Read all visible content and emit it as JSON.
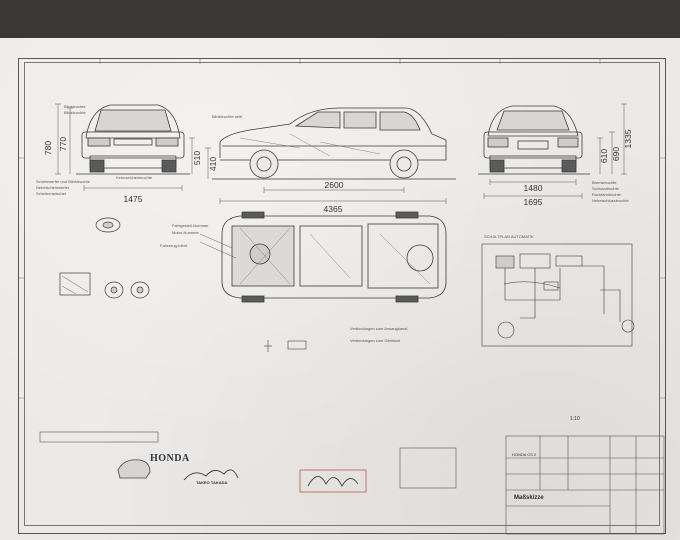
{
  "dimensions": {
    "front_overall_height": "780",
    "front_roof_height": "770",
    "front_wheel_height": "510",
    "front_track": "1475",
    "side_ground_clearance": "410",
    "side_wheelbase": "2600",
    "side_overall_length": "4365",
    "rear_track": "1480",
    "rear_overall_width": "1695",
    "rear_height_a": "610",
    "rear_height_b": "690",
    "rear_overall_height": "1335"
  },
  "callouts": {
    "front_top": [
      "Blinkleuchte",
      "Blinkleuchte"
    ],
    "front_left": [
      "Scheinwerfer und Blinkleuchte",
      "Nebelscheinwerfer",
      "Scheibenwischer"
    ],
    "front_bottom": "Kennzeichenleuchte",
    "side_top": "Blinkleuchte seitl.",
    "rear_right": [
      "Bremsleuchte",
      "Schlussleuchte",
      "Rückfahrleuchte",
      "Nebelschlussleuchte"
    ],
    "plan_left": [
      "Fahrgestell-Nummer",
      "Motor-Nummer",
      "Fahrzeug-Ident."
    ],
    "plan_bottom": [
      "Verbindungen zum Ansaugkanal",
      "Verbindungen zum Gemisch"
    ],
    "schematic_title": "SCHALTPLAN AUTOMATIK",
    "scale": "1:10"
  },
  "logo": "HONDA",
  "signature_name": "TAKEO TAKADA",
  "title_block": {
    "title": "Maßskizze",
    "model": "HONDA CS 2"
  }
}
